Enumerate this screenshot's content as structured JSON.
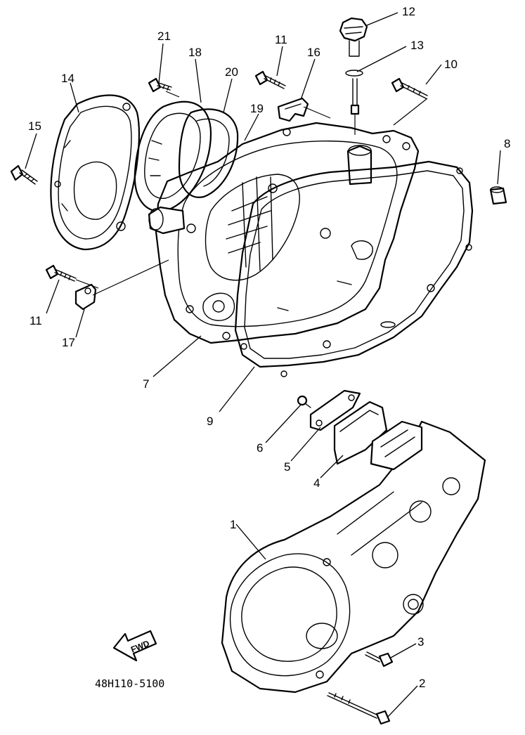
{
  "labels": {
    "p1": "1",
    "p2": "2",
    "p3": "3",
    "p4": "4",
    "p5": "5",
    "p6": "6",
    "p7": "7",
    "p8": "8",
    "p9": "9",
    "p10": "10",
    "p11a": "11",
    "p11b": "11",
    "p12": "12",
    "p13": "13",
    "p14": "14",
    "p15": "15",
    "p16": "16",
    "p17": "17",
    "p18": "18",
    "p19": "19",
    "p20": "20",
    "p21": "21"
  },
  "direction_marker": "FWD",
  "diagram_code": "48H110-5100"
}
